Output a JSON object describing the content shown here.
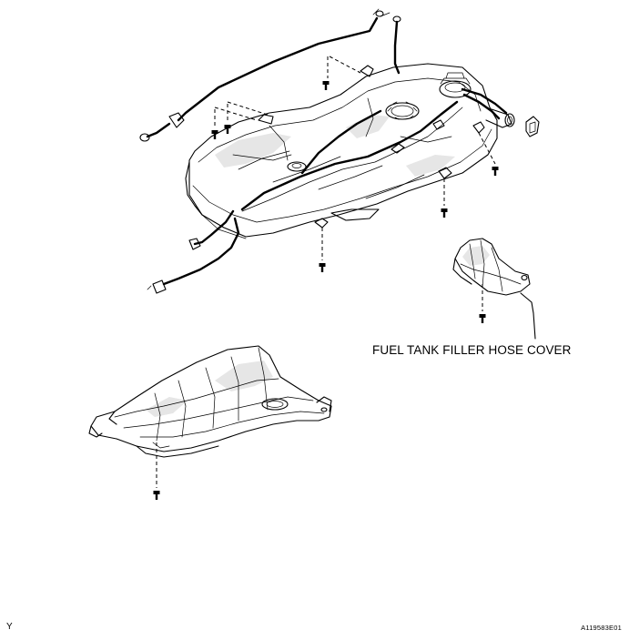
{
  "labels": {
    "filler_hose_cover": "FUEL TANK FILLER HOSE COVER"
  },
  "footer": {
    "corner_mark": "Y",
    "figure_code": "A119583E01"
  },
  "colors": {
    "line": "#000000",
    "background": "#ffffff",
    "shade": "#e6e6e6"
  },
  "icons": {
    "bolt": "bolt-icon"
  }
}
